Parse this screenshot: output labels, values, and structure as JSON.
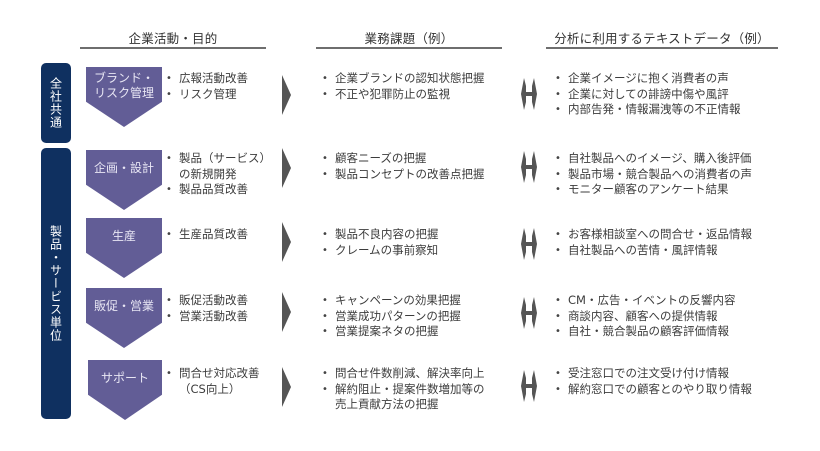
{
  "columns": {
    "activity": "企業活動・目的",
    "issues": "業務課題（例）",
    "text_data": "分析に利用するテキストデータ（例）"
  },
  "banners": {
    "company_wide": "全社共通",
    "product_service": "製品・サービス単位"
  },
  "rows": [
    {
      "category": "ブランド・\nリスク管理",
      "activities": [
        "広報活動改善",
        "リスク管理"
      ],
      "issues": [
        "企業ブランドの認知状態把握",
        "不正や犯罪防止の監視"
      ],
      "text_data": [
        "企業イメージに抱く消費者の声",
        "企業に対しての誹謗中傷や風評",
        "内部告発・情報漏洩等の不正情報"
      ]
    },
    {
      "category": "企画・設計",
      "activities": [
        "製品（サービス）\nの新規開発",
        "製品品質改善"
      ],
      "issues": [
        "顧客ニーズの把握",
        "製品コンセプトの改善点把握"
      ],
      "text_data": [
        "自社製品へのイメージ、購入後評価",
        "製品市場・競合製品への消費者の声",
        "モニター顧客のアンケート結果"
      ]
    },
    {
      "category": "生産",
      "activities": [
        "生産品質改善"
      ],
      "issues": [
        "製品不良内容の把握",
        "クレームの事前察知"
      ],
      "text_data": [
        "お客様相談室への問合せ・返品情報",
        "自社製品への苦情・風評情報"
      ]
    },
    {
      "category": "販促・営業",
      "activities": [
        "販促活動改善",
        "営業活動改善"
      ],
      "issues": [
        "キャンペーンの効果把握",
        "営業成功パターンの把握",
        "営業提案ネタの把握"
      ],
      "text_data": [
        "CM・広告・イベントの反響内容",
        "商談内容、顧客への提供情報",
        "自社・競合製品の顧客評価情報"
      ]
    },
    {
      "category": "サポート",
      "activities": [
        "問合せ対応改善\n（CS向上）"
      ],
      "issues": [
        "問合せ件数削減、解決率向上",
        "解約阻止・提案件数増加等の\n売上貢献方法の把握"
      ],
      "text_data": [
        "受注窓口での注文受け付け情報",
        "解約窓口での顧客とのやり取り情報"
      ]
    }
  ],
  "icons": {
    "flow_arrow": "chevron-right-icon",
    "relation_arrow": "double-arrow-vertical-icon"
  },
  "colors": {
    "banner": "#0f3060",
    "pentagon": "#625d96",
    "arrow": "#555555",
    "header_line": "#6e6e6e"
  }
}
